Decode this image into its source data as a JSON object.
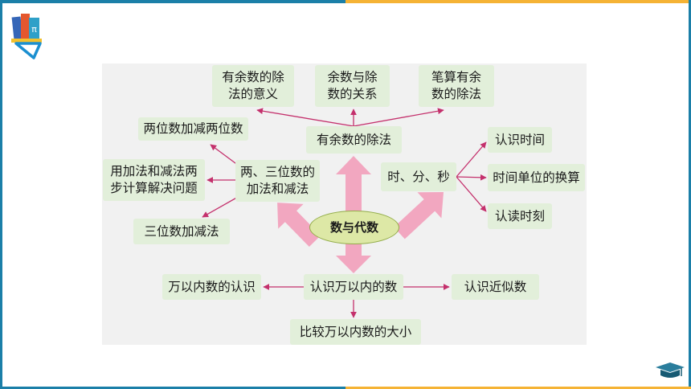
{
  "colors": {
    "frame_blue": "#1b7fa8",
    "frame_orange": "#f5b335",
    "panel_bg": "#f1f1f1",
    "node_fill": "#e2efda",
    "node_text": "#1a1a1a",
    "center_fill": "#dde8a6",
    "center_border": "#93ad4a",
    "big_arrow": "#f2a7c0",
    "connector": "#c4306c",
    "cap_dark": "#175a73",
    "cap_light": "#2a7d9c"
  },
  "icons": {
    "logo": "books-and-set-square-icon",
    "corner": "graduation-cap-icon"
  },
  "logo": {
    "glyph": "π"
  },
  "diagram": {
    "center": "数与代数",
    "division": {
      "label": "有余数的除法",
      "children": [
        "有余数的除\n法的意义",
        "余数与除\n数的关系",
        "笔算有余\n数的除法"
      ]
    },
    "add_subtract": {
      "label": "两、三位数的\n加法和减法",
      "children": [
        "两位数加减两位数",
        "用加法和减法两\n步计算解决问题",
        "三位数加减法"
      ]
    },
    "time": {
      "label": "时、分、秒",
      "children": [
        "认识时间",
        "时间单位的换算",
        "认读时刻"
      ]
    },
    "numbers": {
      "label": "认识万以内的数",
      "children": [
        "万以内数的认识",
        "认识近似数",
        "比较万以内数的大小"
      ]
    }
  }
}
